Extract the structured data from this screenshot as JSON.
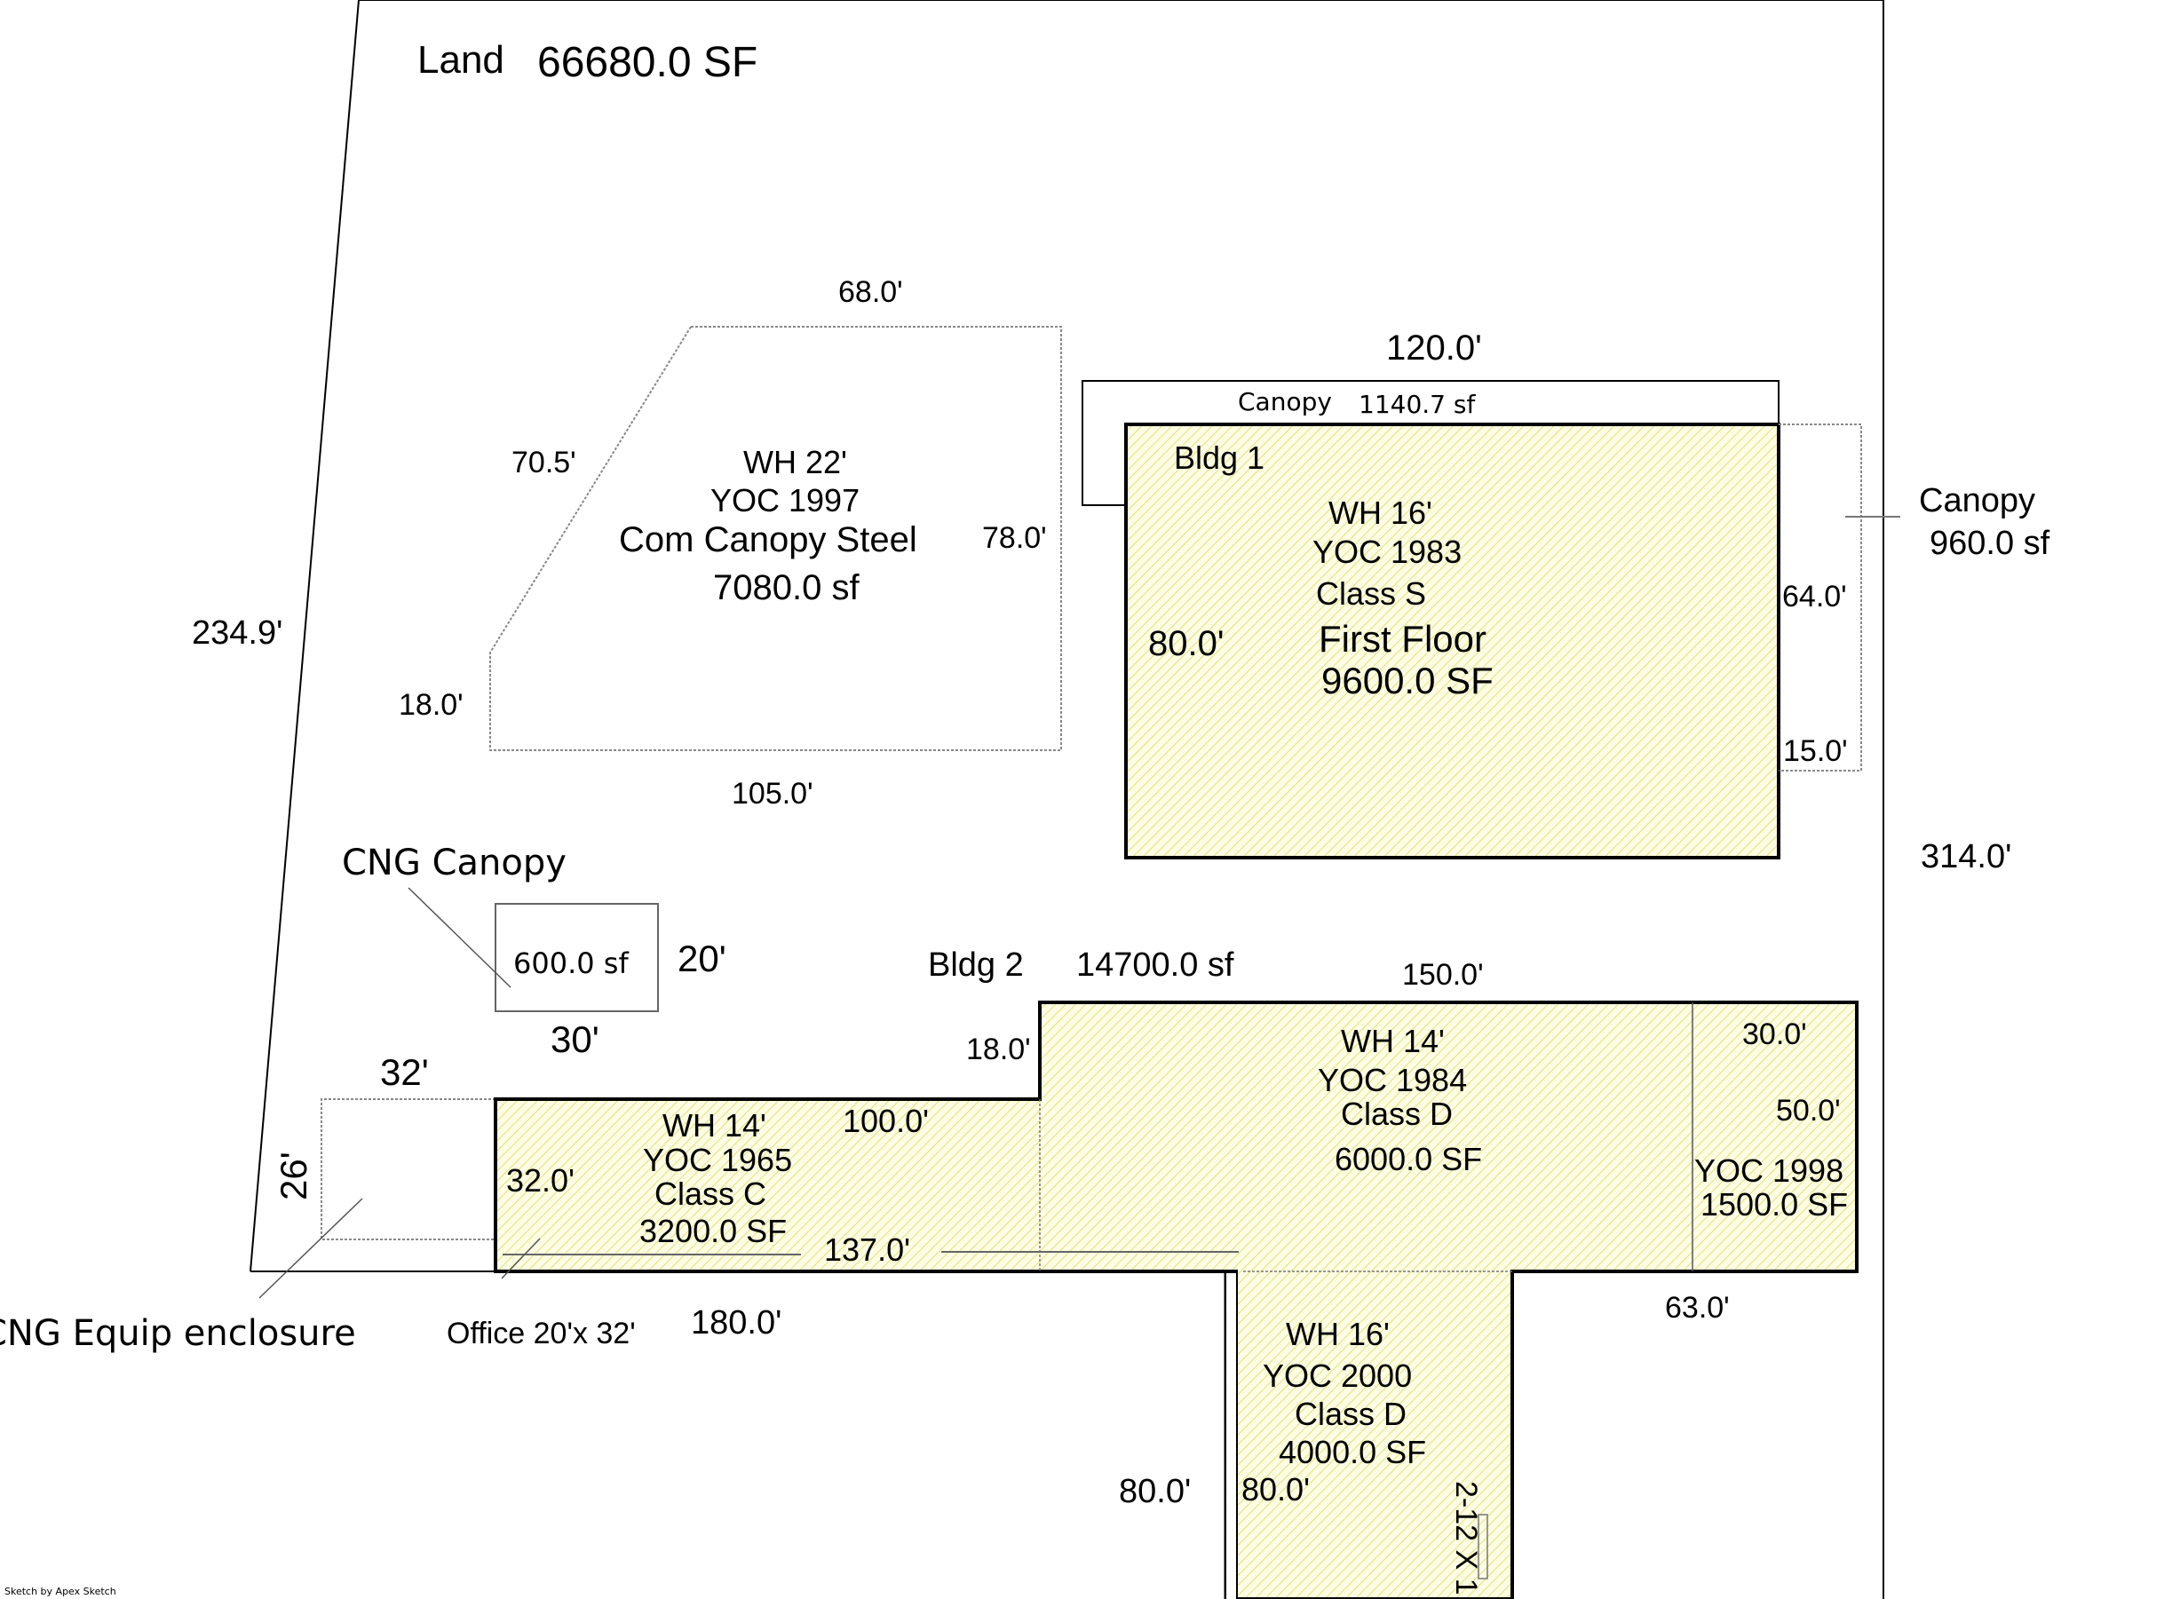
{
  "land": {
    "label": "Land",
    "area": "66680.0 SF",
    "left_side": "234.9'",
    "right_side": "314.0'",
    "bottom": "180.0'"
  },
  "com_canopy": {
    "wh": "WH 22'",
    "yoc": "YOC 1997",
    "type": "Com Canopy Steel",
    "area": "7080.0 sf",
    "dims": {
      "top": "68.0'",
      "diag": "70.5'",
      "right": "78.0'",
      "left": "18.0'",
      "bottom": "105.0'"
    }
  },
  "bldg1": {
    "label": "Bldg 1",
    "wh": "WH 16'",
    "yoc": "YOC 1983",
    "class": "Class S",
    "floor": "First Floor",
    "area": "9600.0 SF",
    "dims": {
      "top": "120.0'",
      "left": "80.0'"
    },
    "canopy_top": {
      "label": "Canopy",
      "area": "1140.7 sf"
    },
    "canopy_right": {
      "label": "Canopy",
      "area": "960.0 sf",
      "dim_long": "64.0'",
      "dim_short": "15.0'"
    }
  },
  "cng_canopy": {
    "label": "CNG Canopy",
    "area": "600.0 sf",
    "dim_h": "20'",
    "dim_w": "30'"
  },
  "cng_enclosure": {
    "label": "CNG Equip enclosure",
    "dim_w": "32'",
    "dim_h": "26'"
  },
  "bldg2": {
    "label": "Bldg 2",
    "total_area": "14700.0 sf",
    "sect_1965": {
      "wh": "WH 14'",
      "yoc": "YOC 1965",
      "class": "Class C",
      "area": "3200.0 SF",
      "dim_top": "100.0'",
      "dim_left": "32.0'",
      "dim_bottom": "137.0'"
    },
    "sect_1984": {
      "wh": "WH 14'",
      "yoc": "YOC 1984",
      "class": "Class D",
      "area": "6000.0 SF",
      "dim_top": "150.0'",
      "dim_step": "18.0'"
    },
    "sect_1998": {
      "yoc": "YOC 1998",
      "area": "1500.0 SF",
      "dim_top": "30.0'",
      "dim_side": "50.0'",
      "dim_bottom": "63.0'"
    },
    "sect_2000": {
      "wh": "WH 16'",
      "yoc": "YOC 2000",
      "class": "Class D",
      "area": "4000.0 SF",
      "dim_outer": "80.0'",
      "dim_inner": "80.0'",
      "door_note": "2-12 X 1"
    },
    "office_note": "Office 20'x 32'"
  },
  "footer": {
    "credit": "Sketch by Apex Sketch"
  },
  "colors": {
    "fill": "#fbfbd8",
    "hatch": "#e8e070",
    "line": "#000000",
    "dotted": "#888888"
  }
}
